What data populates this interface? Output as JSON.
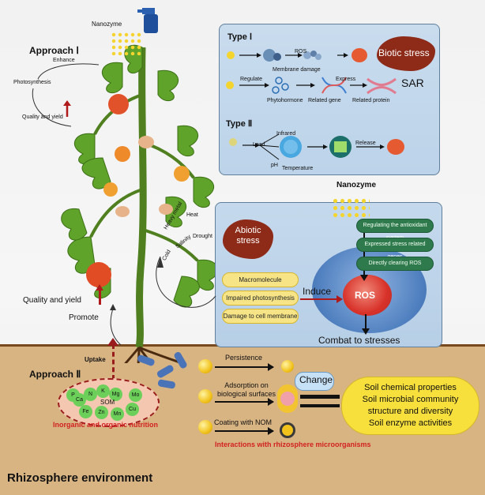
{
  "nanozyme_top": "Nanozyme",
  "approach1": {
    "title": "Approach Ⅰ",
    "enhance": "Enhance",
    "photosynthesis": "Photosynthesis",
    "quality_yield": "Quality and yield"
  },
  "type1": {
    "title": "Type Ⅰ",
    "membrane_damage": "Membrane damage",
    "ros": "ROS",
    "biotic_stress": "Biotic stress",
    "regulate": "Regulate",
    "express": "Express",
    "phytohormone": "Phytohormone",
    "related_gene": "Related gene",
    "related_protein": "Related protein",
    "sar": "SAR"
  },
  "type2": {
    "title": "Type Ⅱ",
    "load": "Load",
    "infrared": "Infrared",
    "ph": "pH",
    "temperature": "Temperature",
    "release": "Release"
  },
  "abiotic": {
    "nanozyme": "Nanozyme",
    "stress_label": "Abiotic stress",
    "heavy_metal": "Heavy metal",
    "heat": "Heat",
    "salinity": "Salinity",
    "drought": "Drought",
    "cold": "Cold",
    "effects": [
      "Macromolecule degradation",
      "Impaired photosynthesis",
      "Damage to cell membrane"
    ],
    "mechanisms": [
      "Regulating the antioxidant system",
      "Expressed stress related genes",
      "Directly clearing ROS"
    ],
    "induce": "Induce",
    "ros": "ROS",
    "combat": "Combat to stresses"
  },
  "left_mid": {
    "quality_yield": "Quality and yield",
    "promote": "Promote"
  },
  "approach2": {
    "title": "Approach Ⅱ",
    "uptake": "Uptake",
    "elements": [
      "P",
      "Ca",
      "N",
      "K",
      "Mg",
      "Mo",
      "Fe",
      "Zn",
      "Mn",
      "Cu"
    ],
    "som": "SOM",
    "nutrition": "Inorganic and organic nutrition"
  },
  "rhizo": {
    "persistence": "Persistence",
    "adsorption": "Adsorption on biological surfaces",
    "coating": "Coating with NOM",
    "change": "Change",
    "interactions": "Interactions with rhizosphere microorganisms",
    "outcomes": [
      "Soil chemical properties",
      "Soil microbial community",
      "structure and diversity",
      "Soil enzyme activities"
    ],
    "environment": "Rhizosphere environment"
  },
  "colors": {
    "panel": "#c3d8ec",
    "blob": "#8d2a18",
    "pill": "#f6e487",
    "green_pill": "#2f7a4d",
    "soil": "#d9b483",
    "red_text": "#d22121",
    "outcome": "#f7df3c"
  }
}
